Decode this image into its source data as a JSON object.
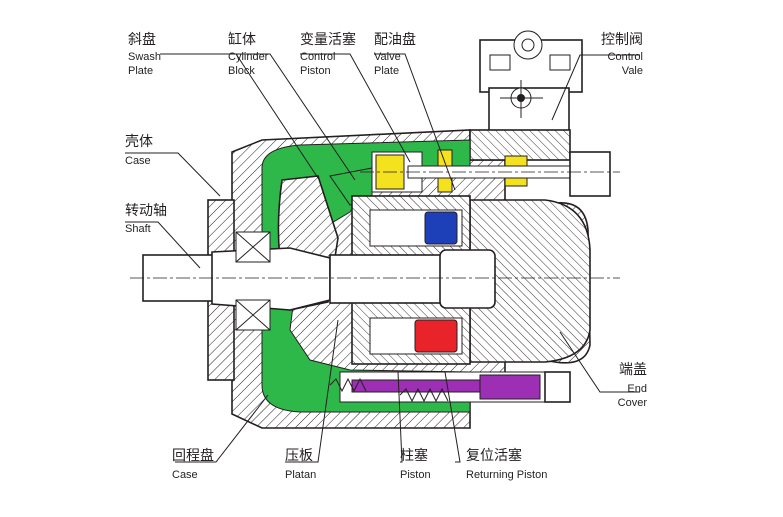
{
  "colors": {
    "oil": "#2fb84a",
    "metal": "#ffffff",
    "yellow": "#f5e21f",
    "blue": "#1d3fb8",
    "red": "#e8232a",
    "purple": "#9c2fb4",
    "ink": "#231f20"
  },
  "labels": {
    "swash_plate": {
      "zh": "斜盘",
      "en1": "Swash",
      "en2": "Plate"
    },
    "cylinder_block": {
      "zh": "缸体",
      "en1": "Cylinder",
      "en2": "Block"
    },
    "control_piston": {
      "zh": "变量活塞",
      "en1": "Control",
      "en2": "Piston"
    },
    "valve_plate": {
      "zh": "配油盘",
      "en1": "Valve",
      "en2": "Plate"
    },
    "control_valve": {
      "zh": "控制阀",
      "en1": "Control",
      "en2": "Vale"
    },
    "case_top": {
      "zh": "壳体",
      "en1": "Case"
    },
    "shaft": {
      "zh": "转动轴",
      "en1": "Shaft"
    },
    "end_cover": {
      "zh": "端盖",
      "en1": "End",
      "en2": "Cover"
    },
    "case_bottom": {
      "zh": "回程盘",
      "en1": "Case"
    },
    "platan": {
      "zh": "压板",
      "en1": "Platan"
    },
    "piston": {
      "zh": "柱塞",
      "en1": "Piston"
    },
    "returning_piston": {
      "zh": "复位活塞",
      "en1": "Returning Piston"
    }
  }
}
